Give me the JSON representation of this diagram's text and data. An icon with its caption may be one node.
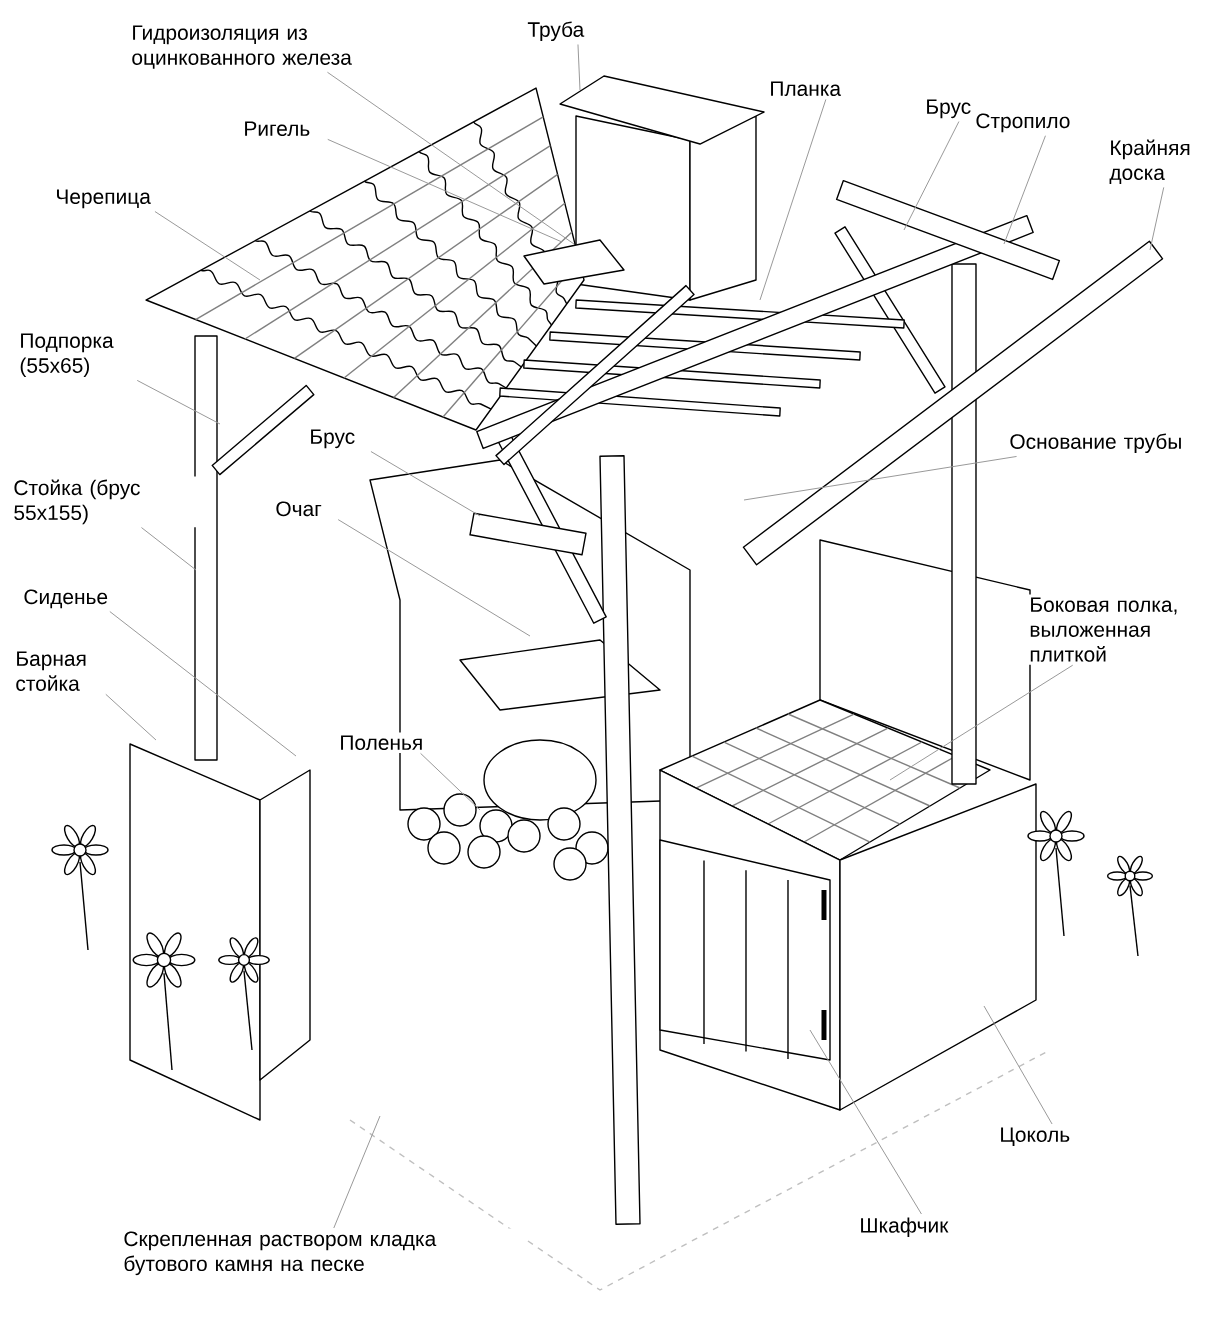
{
  "diagram": {
    "nodes": [
      {
        "text": [
          "Гидроизоляция из оцинкованного железа"
        ]
      },
      {
        "text": [
          "Труба"
        ]
      },
      {
        "text": [
          "Ригель"
        ]
      },
      {
        "text": [
          "Планка"
        ]
      },
      {
        "text": [
          "Брус"
        ]
      },
      {
        "text": [
          "Стропило"
        ]
      },
      {
        "text": [
          "Крайняя доска"
        ]
      },
      {
        "text": [
          "Черепица"
        ]
      },
      {
        "text": [
          "Подпорка (55x65)"
        ]
      },
      {
        "text": [
          "Брус"
        ]
      },
      {
        "text": [
          "Стойка (брус 55x155)"
        ]
      },
      {
        "text": [
          "Очаг"
        ]
      },
      {
        "text": [
          "Сиденье"
        ]
      },
      {
        "text": [
          "Барная стойка"
        ]
      },
      {
        "text": [
          "Поленья"
        ]
      },
      {
        "text": [
          "Основание трубы"
        ]
      },
      {
        "text": [
          "Боковая полка, выложенная плиткой"
        ]
      },
      {
        "text": [
          "Цоколь"
        ]
      },
      {
        "text": [
          "Шкафчик"
        ]
      },
      {
        "text": [
          "Скрепленная раствором кладка бутового камня на песке"
        ]
      }
    ],
    "edges": [
      {
        "from": 0,
        "to": null,
        "arrow": "none"
      },
      {
        "from": 1,
        "to": null,
        "arrow": "none"
      },
      {
        "from": 2,
        "to": null,
        "arrow": "none"
      },
      {
        "from": 3,
        "to": null,
        "arrow": "none"
      },
      {
        "from": 4,
        "to": null,
        "arrow": "none"
      },
      {
        "from": 5,
        "to": null,
        "arrow": "none"
      },
      {
        "from": 6,
        "to": null,
        "arrow": "none"
      },
      {
        "from": 7,
        "to": null,
        "arrow": "none"
      },
      {
        "from": 8,
        "to": null,
        "arrow": "none"
      },
      {
        "from": 9,
        "to": null,
        "arrow": "none"
      },
      {
        "from": 10,
        "to": null,
        "arrow": "none"
      },
      {
        "from": 11,
        "to": null,
        "arrow": "none"
      },
      {
        "from": 12,
        "to": null,
        "arrow": "none"
      },
      {
        "from": 13,
        "to": null,
        "arrow": "none"
      },
      {
        "from": 14,
        "to": null,
        "arrow": "none"
      },
      {
        "from": 15,
        "to": null,
        "arrow": "none"
      },
      {
        "from": 16,
        "to": null,
        "arrow": "none"
      },
      {
        "from": 17,
        "to": null,
        "arrow": "none"
      },
      {
        "from": 18,
        "to": null,
        "arrow": "none"
      },
      {
        "from": 19,
        "to": null,
        "arrow": "none"
      }
    ]
  }
}
